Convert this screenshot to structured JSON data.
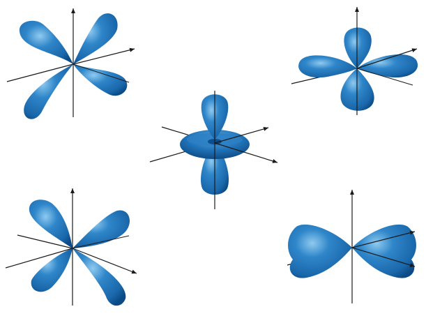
{
  "figure": {
    "background": "#ffffff",
    "lobe_color": "#1f72b8",
    "lobe_highlight": "#7fc0ec",
    "lobe_shadow": "#0b4a86",
    "axis_color": "#1a1a1a"
  },
  "orbitals": [
    {
      "id": "orbital-top-left",
      "shape": "four-lobe-diagonal",
      "axis_labels": []
    },
    {
      "id": "orbital-top-right",
      "shape": "four-lobe-cross",
      "axis_labels": []
    },
    {
      "id": "orbital-center",
      "shape": "dumbbell-with-torus",
      "axis_labels": []
    },
    {
      "id": "orbital-bottom-left",
      "shape": "four-lobe-diagonal",
      "axis_labels": []
    },
    {
      "id": "orbital-bottom-right",
      "shape": "four-lobe-horizontal-pair",
      "axis_labels": []
    }
  ]
}
